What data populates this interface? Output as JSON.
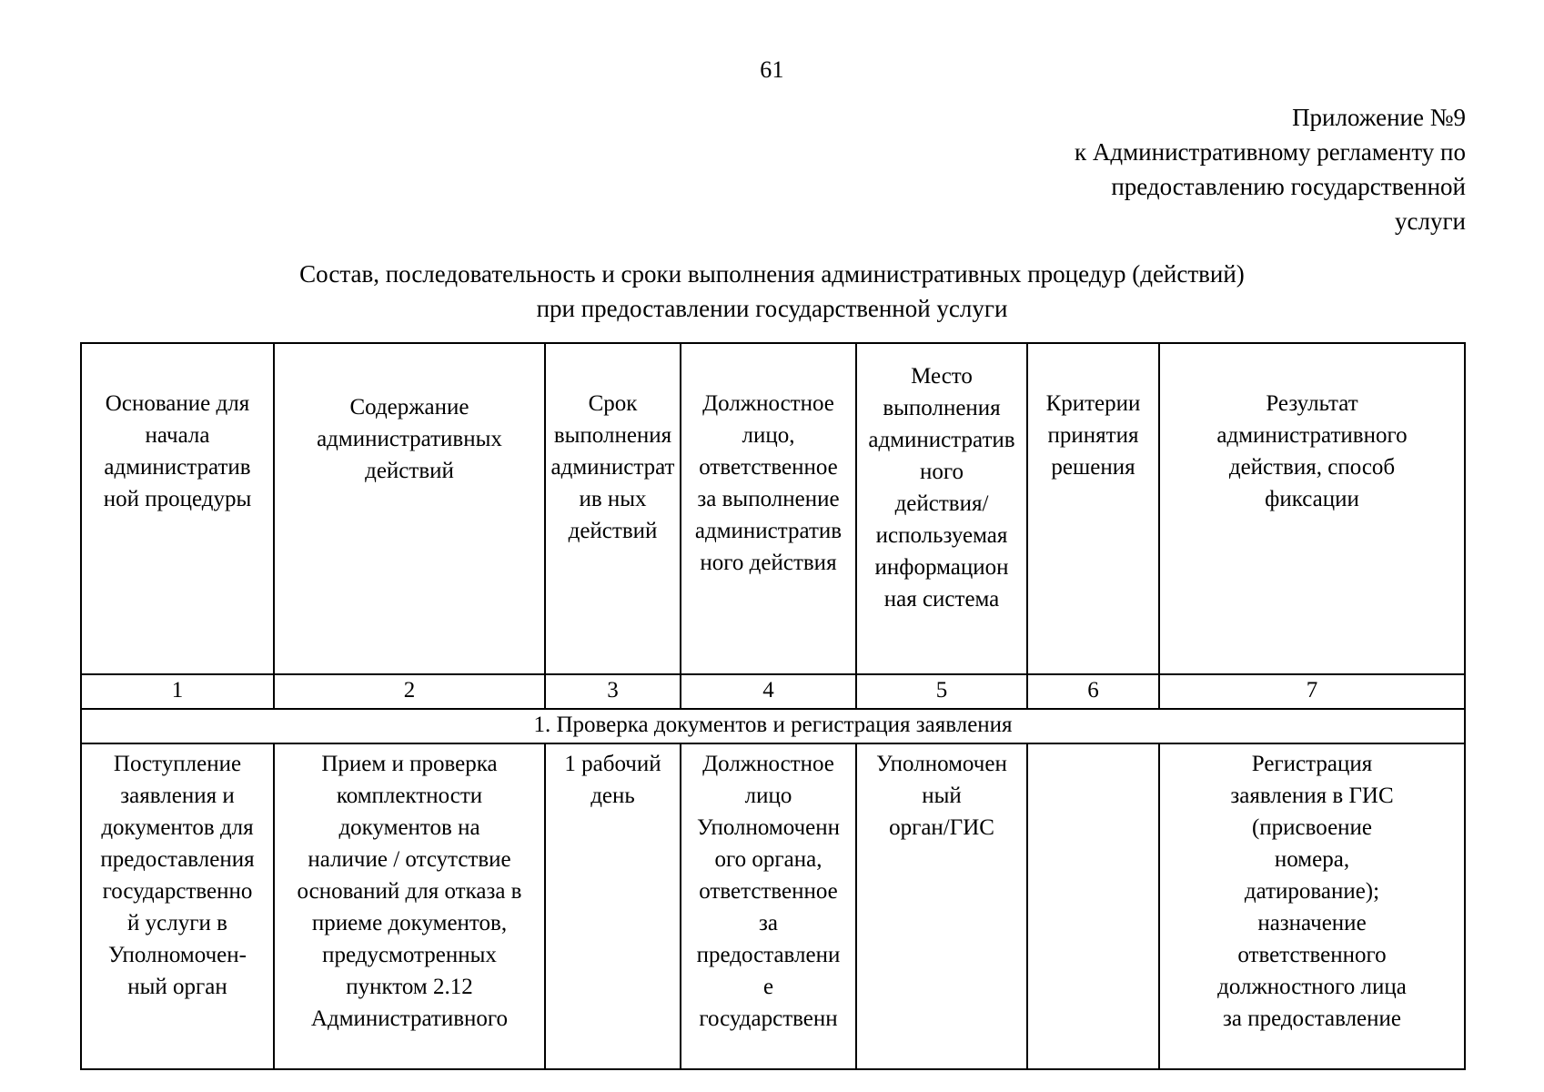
{
  "page": {
    "number": "61"
  },
  "appendix": {
    "lines": [
      "Приложение №9",
      "к Административному регламенту по",
      "предоставлению государственной",
      "услуги"
    ]
  },
  "title": {
    "line1": "Состав, последовательность и сроки выполнения административных процедур (действий)",
    "line2": "при предоставлении государственной услуги"
  },
  "table": {
    "headers": [
      {
        "id": "col1",
        "lines": [
          "Основание для",
          "начала",
          "административ",
          "ной процедуры"
        ]
      },
      {
        "id": "col2",
        "lines": [
          "Содержание",
          "административных",
          "действий"
        ]
      },
      {
        "id": "col3",
        "lines": [
          "Срок",
          "выполнения",
          "администрат",
          "ив ных",
          "действий"
        ]
      },
      {
        "id": "col4",
        "lines": [
          "Должностное",
          "лицо,",
          "ответственное",
          "за выполнение",
          "административ",
          "ного действия"
        ]
      },
      {
        "id": "col5",
        "lines": [
          "Место",
          "выполнения",
          "административ",
          "ного",
          "действия/",
          "используемая",
          "информацион",
          "ная система"
        ]
      },
      {
        "id": "col6",
        "lines": [
          "Критерии",
          "принятия",
          "решения"
        ]
      },
      {
        "id": "col7",
        "lines": [
          "Результат",
          "административного",
          "действия, способ",
          "фиксации"
        ]
      }
    ],
    "column_numbers": [
      "1",
      "2",
      "3",
      "4",
      "5",
      "6",
      "7"
    ],
    "sections": [
      {
        "label": "1. Проверка документов и регистрация заявления",
        "rows": [
          {
            "col1": [
              "Поступление",
              "заявления и",
              "документов для",
              "предоставления",
              "государственно",
              "й услуги в",
              "Уполномочен-",
              "ный орган"
            ],
            "col2": [
              "Прием и проверка",
              "комплектности",
              "документов на",
              "наличие / отсутствие",
              "оснований для отказа в",
              "приеме документов,",
              "предусмотренных",
              "пунктом 2.12",
              "Административного"
            ],
            "col3": [
              "1 рабочий",
              "день"
            ],
            "col4": [
              "Должностное",
              "лицо",
              "Уполномоченн",
              "ого органа,",
              "ответственное",
              "за",
              "предоставлени",
              "е",
              "государственн"
            ],
            "col5": [
              "Уполномочен",
              "ный",
              "орган/ГИС"
            ],
            "col6": [],
            "col7": [
              "Регистрация",
              "заявления в ГИС",
              "(присвоение",
              "номера,",
              "датирование);",
              "назначение",
              "ответственного",
              "должностного лица",
              "за предоставление"
            ]
          }
        ]
      }
    ]
  }
}
